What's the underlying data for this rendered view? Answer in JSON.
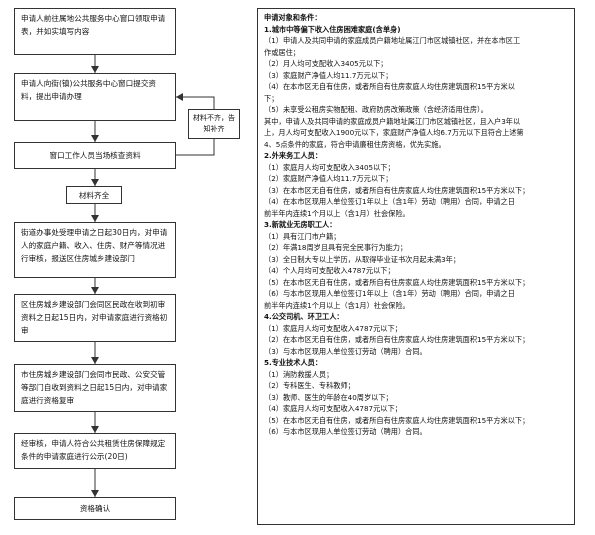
{
  "flow_steps": [
    "申请人前往属地公共服务中心窗口领取申请表，并如实填写内容",
    "申请人向街(镇)公共服务中心窗口提交资料，提出申请办理",
    "窗口工作人员当场核查资料",
    "材料齐全",
    "街道办事处受理申请之日起30日内，对申请人的家庭户籍、收入、住房、财产等情况进行审核，报送区住房城乡建设部门",
    "区住房城乡建设部门会同区民政在收到初审资料之日起15日内，对申请家庭进行资格初审",
    "市住房城乡建设部门会同市民政、公安交管等部门自收到资料之日起15日内，对申请家庭进行资格复审",
    "经审核，申请人符合公共租赁住房保障规定条件的申请家庭进行公示(20日)",
    "资格确认"
  ],
  "side_note": "材料不齐，告知补齐",
  "conditions": {
    "title": "申请对象和条件：",
    "lines": [
      {
        "text": "1.城市中等偏下收入住房困难家庭(含单身)",
        "heading": true
      },
      {
        "text": "（1）申请人及共同申请的家庭成员户籍地址属江门市区城镇社区，并在本市区工",
        "heading": false
      },
      {
        "text": "作或居住；",
        "heading": false
      },
      {
        "text": "（2）月人均可支配收入3405元以下；",
        "heading": false
      },
      {
        "text": "（3）家庭财产净值人均11.7万元以下；",
        "heading": false
      },
      {
        "text": "（4）在本市区无自有住房，或者所自有住房家庭人均住房建筑面积15平方米以",
        "heading": false
      },
      {
        "text": "下；",
        "heading": false
      },
      {
        "text": "（5）未享受公租房实物配租、政府防房改策政策（含经济适用住房）。",
        "heading": false
      },
      {
        "text": "其中，申请人及共同申请的家庭成员户籍地址属江门市区城镇社区，且入户3年以",
        "heading": false
      },
      {
        "text": "上，月人均可支配收入1900元以下，家庭财产净值人均6.7万元以下且符合上述第",
        "heading": false
      },
      {
        "text": "4、5点条件的家庭，符合申请廉租住房资格，优先实施。",
        "heading": false
      },
      {
        "text": "2.外来务工人员：",
        "heading": true
      },
      {
        "text": "（1）家庭月人均可支配收入3405以下；",
        "heading": false
      },
      {
        "text": "（2）家庭财产净值人均11.7万元以下；",
        "heading": false
      },
      {
        "text": "（3）在本市区无自有住房，或者所自有住房家庭人均住房建筑面积15平方米以下；",
        "heading": false
      },
      {
        "text": "（4）在本市区现用人单位签订1年以上（含1年）劳动（聘用）合同，申请之日",
        "heading": false
      },
      {
        "text": "前半年内连续1个月以上（含1月）社会保险。",
        "heading": false
      },
      {
        "text": "3.新就业无房职工人：",
        "heading": true
      },
      {
        "text": "（1）具有江门市户籍；",
        "heading": false
      },
      {
        "text": "（2）年满18周岁且具有完全民事行为能力；",
        "heading": false
      },
      {
        "text": "（3）全日制大专以上学历，从取得毕业证书次月起未满3年；",
        "heading": false
      },
      {
        "text": "（4）个人月均可支配收入4787元以下；",
        "heading": false
      },
      {
        "text": "（5）在本市区无自有住房，或者所自有住房家庭人均住房建筑面积15平方米以下；",
        "heading": false
      },
      {
        "text": "（6）与本市区现用人单位签订1年以上（含1年）劳动（聘用）合同，申请之日",
        "heading": false
      },
      {
        "text": "前半年内连续1个月以上（含1月）社会保险。",
        "heading": false
      },
      {
        "text": "4.公交司机、环卫工人：",
        "heading": true
      },
      {
        "text": "（1）家庭月人均可支配收入4787元以下；",
        "heading": false
      },
      {
        "text": "（2）在本市区无自有住房，或者所自有住房家庭人均住房建筑面积15平方米以下；",
        "heading": false
      },
      {
        "text": "（3）与本市区现用人单位签订劳动（聘用）合同。",
        "heading": false
      },
      {
        "text": "5.专业技术人员：",
        "heading": true
      },
      {
        "text": "（1）消防救援人员；",
        "heading": false
      },
      {
        "text": "（2）专科医生、专科教师；",
        "heading": false
      },
      {
        "text": "（3）教师、医生的年龄在40周岁以下；",
        "heading": false
      },
      {
        "text": "（4）家庭月人均可支配收入4787元以下；",
        "heading": false
      },
      {
        "text": "（5）在本市区无自有住房，或者所自有住房家庭人均住房建筑面积15平方米以下；",
        "heading": false
      },
      {
        "text": "（6）与本市区现用人单位签订劳动（聘用）合同。",
        "heading": false
      }
    ]
  }
}
